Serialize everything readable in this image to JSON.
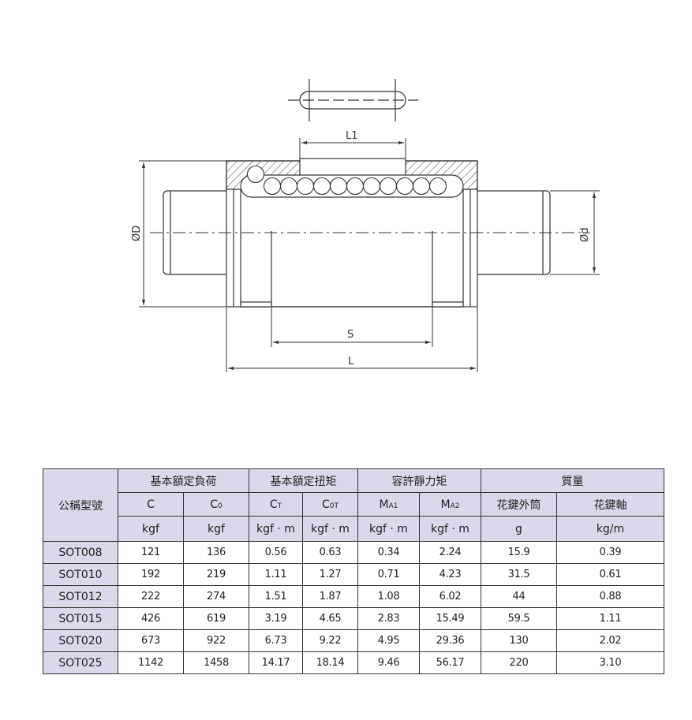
{
  "drawing": {
    "labels": {
      "l1": "L1",
      "s": "S",
      "l": "L",
      "outer_d": "ØD",
      "inner_d": "Ød"
    }
  },
  "table": {
    "model_header": "公稱型號",
    "groups": [
      "基本額定負荷",
      "基本額定扭矩",
      "容許靜力矩",
      "質量"
    ],
    "symbols": [
      {
        "main": "C",
        "sub": ""
      },
      {
        "main": "C",
        "sub": "0"
      },
      {
        "main": "C",
        "sub": "T"
      },
      {
        "main": "C",
        "sub": "0T"
      },
      {
        "main": "M",
        "sub": "A1"
      },
      {
        "main": "M",
        "sub": "A2"
      },
      {
        "main": "花鍵外筒",
        "sub": ""
      },
      {
        "main": "花鍵軸",
        "sub": ""
      }
    ],
    "units": [
      "kgf",
      "kgf",
      "kgf · m",
      "kgf · m",
      "kgf · m",
      "kgf · m",
      "g",
      "kg/m"
    ],
    "rows": [
      {
        "model": "SOT008",
        "values": [
          "121",
          "136",
          "0.56",
          "0.63",
          "0.34",
          "2.24",
          "15.9",
          "0.39"
        ]
      },
      {
        "model": "SOT010",
        "values": [
          "192",
          "219",
          "1.11",
          "1.27",
          "0.71",
          "4.23",
          "31.5",
          "0.61"
        ]
      },
      {
        "model": "SOT012",
        "values": [
          "222",
          "274",
          "1.51",
          "1.87",
          "1.08",
          "6.02",
          "44",
          "0.88"
        ]
      },
      {
        "model": "SOT015",
        "values": [
          "426",
          "619",
          "3.19",
          "4.65",
          "2.83",
          "15.49",
          "59.5",
          "1.11"
        ]
      },
      {
        "model": "SOT020",
        "values": [
          "673",
          "922",
          "6.73",
          "9.22",
          "4.95",
          "29.36",
          "130",
          "2.02"
        ]
      },
      {
        "model": "SOT025",
        "values": [
          "1142",
          "1458",
          "14.17",
          "18.14",
          "9.46",
          "56.17",
          "220",
          "3.10"
        ]
      }
    ]
  },
  "colors": {
    "header_bg": "#dcd7ea",
    "line": "#333333"
  }
}
